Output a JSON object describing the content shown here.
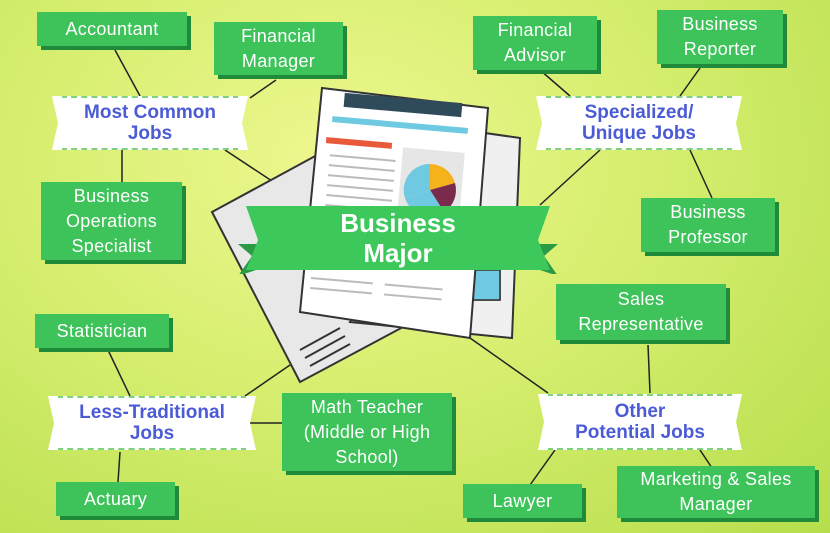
{
  "center": {
    "title": "Business\nMajor"
  },
  "categories": {
    "most_common": {
      "label": "Most Common\nJobs"
    },
    "specialized": {
      "label": "Specialized/\nUnique Jobs"
    },
    "less_traditional": {
      "label": "Less-Traditional\nJobs"
    },
    "other_potential": {
      "label": "Other\nPotential Jobs"
    }
  },
  "jobs": {
    "accountant": "Accountant",
    "financial_manager": "Financial\nManager",
    "business_operations_specialist": "Business\nOperations\nSpecialist",
    "financial_advisor": "Financial\nAdvisor",
    "business_reporter": "Business\nReporter",
    "business_professor": "Business\nProfessor",
    "statistician": "Statistician",
    "math_teacher": "Math Teacher\n(Middle or High\nSchool)",
    "actuary": "Actuary",
    "sales_representative": "Sales\nRepresentative",
    "lawyer": "Lawyer",
    "marketing_sales_manager": "Marketing & Sales\nManager"
  },
  "colors": {
    "background": "#d6ee6f",
    "job_box": "#3dc35a",
    "job_shadow": "#1f8a3a",
    "category_text": "#4b5bd6",
    "ribbon": "#3cc85a"
  }
}
